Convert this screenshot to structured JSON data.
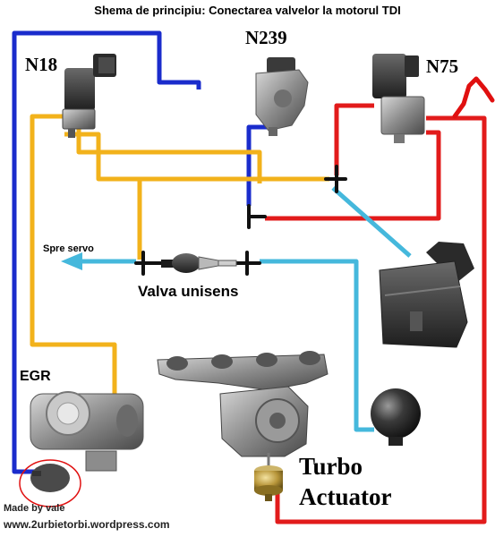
{
  "title": "Shema de principiu: Conectarea valvelor la motorul TDI",
  "labels": {
    "n18": "N18",
    "n239": "N239",
    "n75": "N75",
    "egr": "EGR",
    "spre_servo": "Spre servo",
    "valva_unisens": "Valva unisens",
    "turbo": "Turbo",
    "actuator": "Actuator"
  },
  "credits": {
    "made_by": "Made by vale",
    "url": "www.2urbietorbi.wordpress.com"
  },
  "colors": {
    "blue_line": "#1a2ccc",
    "yellow_line": "#f2b21b",
    "red_line": "#e21b1b",
    "cyan_line": "#45b8dc",
    "annotation_red": "#e01010",
    "part_grey": "#7a7a7a"
  }
}
